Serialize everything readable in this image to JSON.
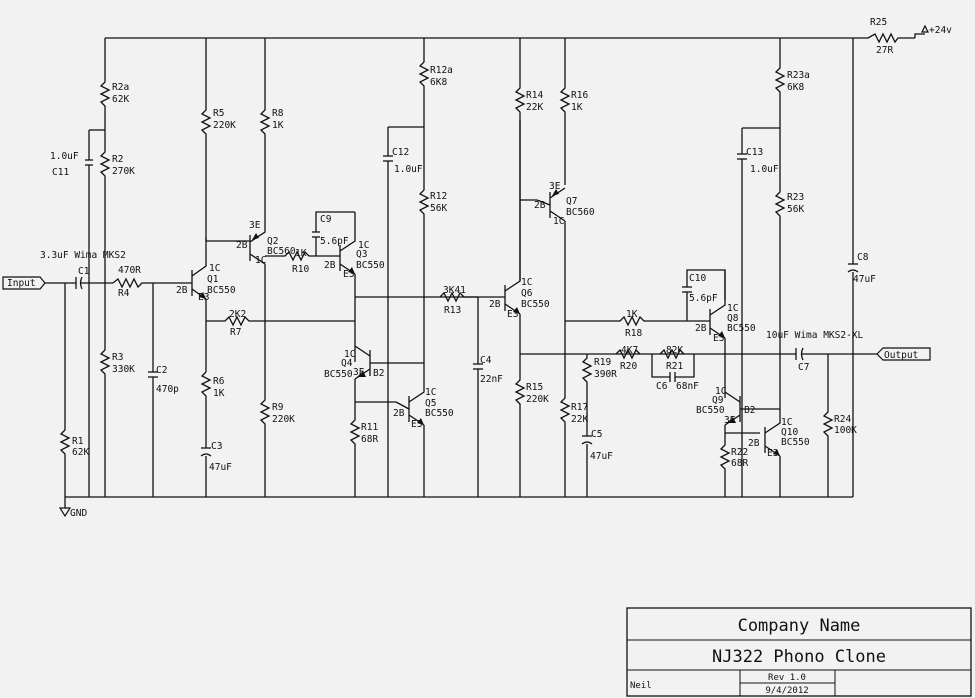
{
  "supply": {
    "label": "+24v"
  },
  "ports": {
    "input": "Input",
    "output": "Output",
    "gnd": "GND"
  },
  "components": {
    "R25": {
      "ref": "R25",
      "val": "27R"
    },
    "R2a": {
      "ref": "R2a",
      "val": "62K"
    },
    "R2": {
      "ref": "R2",
      "val": "270K"
    },
    "R3": {
      "ref": "R3",
      "val": "330K"
    },
    "R1": {
      "ref": "R1",
      "val": "62K"
    },
    "C11": {
      "ref": "C11",
      "val": "1.0uF"
    },
    "C1": {
      "ref": "C1",
      "val": "3.3uF Wima MKS2"
    },
    "R4": {
      "ref": "R4",
      "val": "470R"
    },
    "C2": {
      "ref": "C2",
      "val": "470p"
    },
    "Q1": {
      "ref": "Q1",
      "val": "BC550"
    },
    "R5": {
      "ref": "R5",
      "val": "220K"
    },
    "R6": {
      "ref": "R6",
      "val": "1K"
    },
    "C3": {
      "ref": "C3",
      "val": "47uF"
    },
    "R7": {
      "ref": "R7",
      "val": "2K2"
    },
    "R8": {
      "ref": "R8",
      "val": "1K"
    },
    "R9": {
      "ref": "R9",
      "val": "220K"
    },
    "Q2": {
      "ref": "Q2",
      "val": "BC560"
    },
    "R10": {
      "ref": "R10",
      "val": "1K"
    },
    "C9": {
      "ref": "C9",
      "val": "5.6pF"
    },
    "Q3": {
      "ref": "Q3",
      "val": "BC550"
    },
    "Q4": {
      "ref": "Q4",
      "val": "BC550"
    },
    "R11": {
      "ref": "R11",
      "val": "68R"
    },
    "Q5": {
      "ref": "Q5",
      "val": "BC550"
    },
    "R12a": {
      "ref": "R12a",
      "val": "6K8"
    },
    "C12": {
      "ref": "C12",
      "val": "1.0uF"
    },
    "R12": {
      "ref": "R12",
      "val": "56K"
    },
    "R13": {
      "ref": "R13",
      "val": "3K41"
    },
    "C4": {
      "ref": "C4",
      "val": "22nF"
    },
    "Q6": {
      "ref": "Q6",
      "val": "BC550"
    },
    "R14": {
      "ref": "R14",
      "val": "22K"
    },
    "R15": {
      "ref": "R15",
      "val": "220K"
    },
    "R16": {
      "ref": "R16",
      "val": "1K"
    },
    "Q7": {
      "ref": "Q7",
      "val": "BC560"
    },
    "R17": {
      "ref": "R17",
      "val": "22K"
    },
    "R19": {
      "ref": "R19",
      "val": "390R"
    },
    "C5": {
      "ref": "C5",
      "val": "47uF"
    },
    "R18": {
      "ref": "R18",
      "val": "1K"
    },
    "R20": {
      "ref": "R20",
      "val": "4K7"
    },
    "R21": {
      "ref": "R21",
      "val": "82K"
    },
    "C6": {
      "ref": "C6",
      "val": "68nF"
    },
    "C10": {
      "ref": "C10",
      "val": "5.6pF"
    },
    "Q8": {
      "ref": "Q8",
      "val": "BC550"
    },
    "Q9": {
      "ref": "Q9",
      "val": "BC550"
    },
    "R22": {
      "ref": "R22",
      "val": "68R"
    },
    "Q10": {
      "ref": "Q10",
      "val": "BC550"
    },
    "R23a": {
      "ref": "R23a",
      "val": "6K8"
    },
    "C13": {
      "ref": "C13",
      "val": "1.0uF"
    },
    "R23": {
      "ref": "R23",
      "val": "56K"
    },
    "C8": {
      "ref": "C8",
      "val": "47uF"
    },
    "C7": {
      "ref": "C7",
      "val": "10uF Wima MKS2-XL"
    },
    "R24": {
      "ref": "R24",
      "val": "100K"
    }
  },
  "pins": {
    "b": "2B",
    "c": "1C",
    "e": "E3",
    "e2": "3E",
    "b2": "B2"
  },
  "title_block": {
    "company": "Company Name",
    "project": "NJ322 Phono Clone",
    "author": "Neil",
    "rev": "Rev 1.0",
    "date": "9/4/2012"
  },
  "colors": {
    "ink": "#111111",
    "paper": "#f2f2f2"
  }
}
